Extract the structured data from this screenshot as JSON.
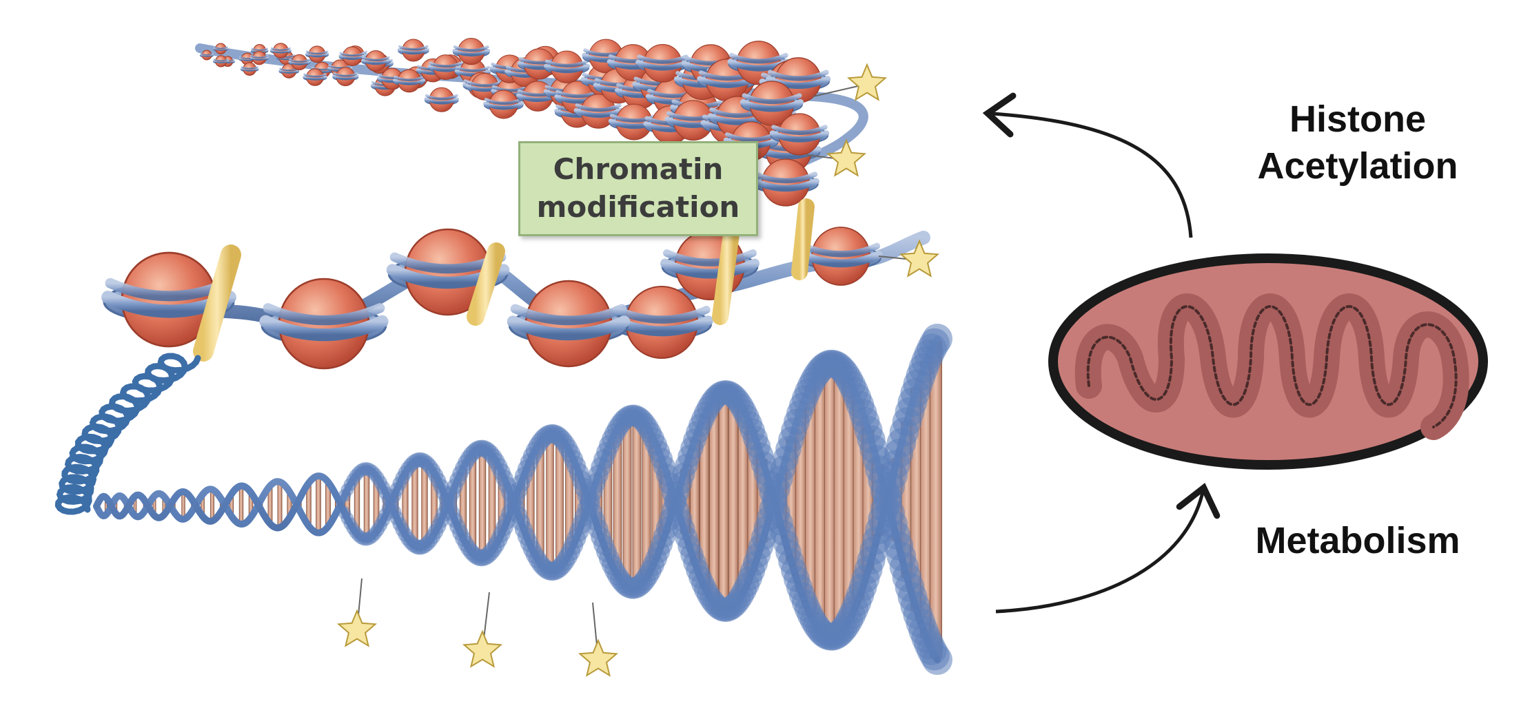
{
  "labels": {
    "chromatin_box": "Chromatin modification",
    "histone": "Histone Acetylation",
    "metabolism": "Metabolism"
  },
  "colors": {
    "nucleosome": "#d9705a",
    "dna_ribbon": "#6f8fbf",
    "linker_protein": "#f2d98a",
    "acetyl_star": "#f5e4a0",
    "mitochondrion_fill": "#c77a78",
    "chromatin_box_fill": "#cfe3b4",
    "arrow": "#1a1a1a"
  },
  "icons": [
    "nucleosome-icon",
    "acetyl-star-icon",
    "dna-helix-icon",
    "mitochondrion-icon",
    "arrow-icon"
  ]
}
